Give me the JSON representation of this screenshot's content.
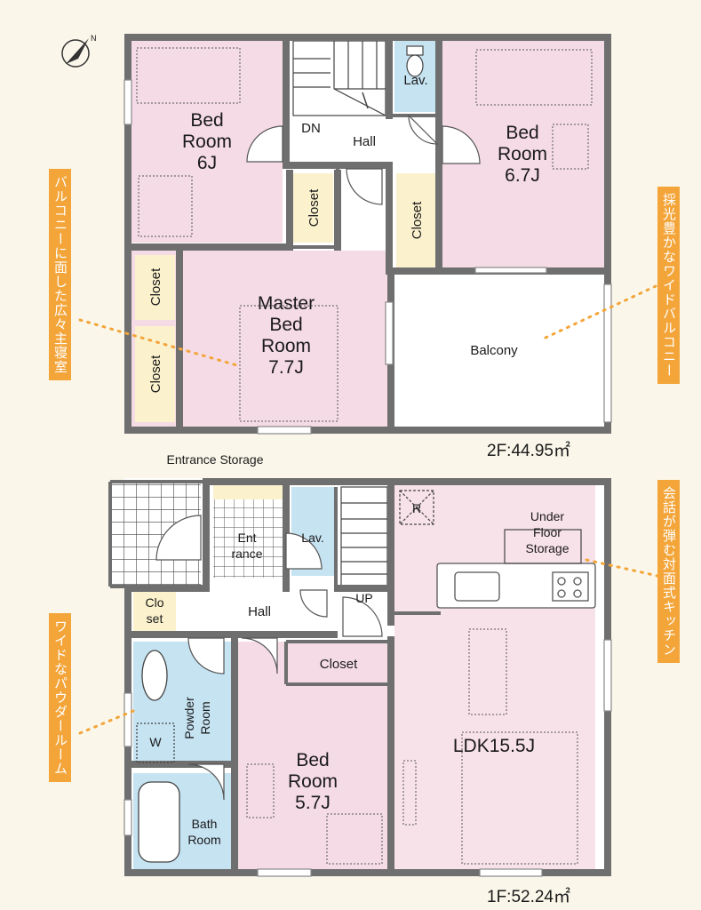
{
  "floor2": {
    "area": "2F:44.95㎡",
    "rooms": {
      "bed_left_1": "Bed",
      "bed_left_2": "Room",
      "bed_left_3": "6J",
      "bed_right_1": "Bed",
      "bed_right_2": "Room",
      "bed_right_3": "6.7J",
      "master_1": "Master",
      "master_2": "Bed",
      "master_3": "Room",
      "master_4": "7.7J",
      "hall": "Hall",
      "dn": "DN",
      "lav": "Lav.",
      "closet_a": "Closet",
      "closet_b": "Closet",
      "closet_c": "Closet",
      "closet_d": "Closet",
      "balcony": "Balcony"
    }
  },
  "floor1": {
    "area": "1F:52.24㎡",
    "rooms": {
      "entrance_storage": "Entrance Storage",
      "ent_1": "Ent",
      "ent_2": "rance",
      "lav": "Lav.",
      "up": "UP",
      "hall": "Hall",
      "clo_1": "Clo",
      "clo_2": "set",
      "closet": "Closet",
      "powder_1": "Powder",
      "powder_2": "Room",
      "w": "W",
      "bath_1": "Bath",
      "bath_2": "Room",
      "bed_1": "Bed",
      "bed_2": "Room",
      "bed_3": "5.7J",
      "ldk": "LDK15.5J",
      "r": "R",
      "ufs_1": "Under",
      "ufs_2": "Floor",
      "ufs_3": "Storage"
    }
  },
  "callouts": {
    "balcony_master": "バルコニーに面した広々主寝室",
    "wide_balcony": "採光豊かなワイドバルコニー",
    "kitchen": "会話が弾む対面式キッチン",
    "powder": "ワイドなパウダールーム"
  },
  "colors": {
    "background": "#faf7ea",
    "room_pink": "#f5dbe6",
    "ldk_pink": "#f8e2ea",
    "closet_yellow": "#fbf1cd",
    "water_blue": "#c6e3f2",
    "wall": "#6f6f6f",
    "callout_orange": "#f3a53a"
  }
}
